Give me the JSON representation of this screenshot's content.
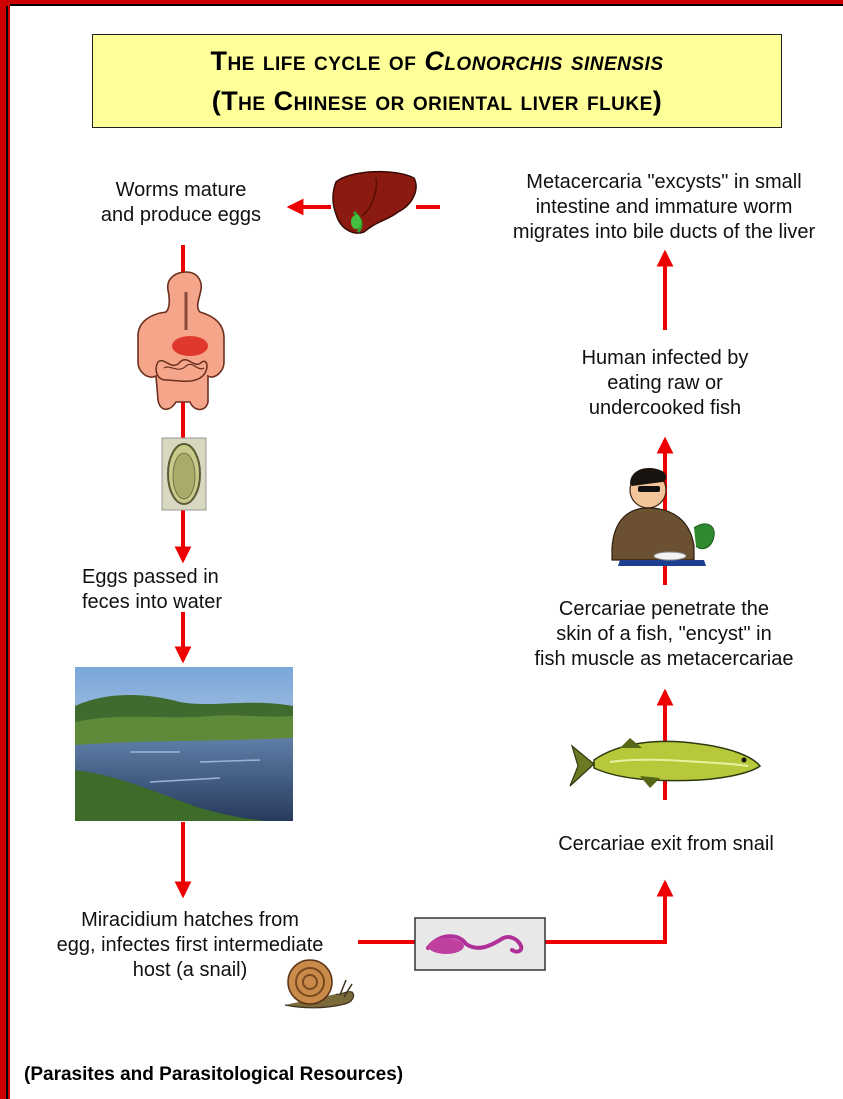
{
  "title": {
    "line1_prefix": "The life cycle of ",
    "line1_species": "Clonorchis sinensis",
    "line2": "(The Chinese or oriental liver fluke)"
  },
  "steps": {
    "worms_mature": [
      "Worms mature",
      "and produce eggs"
    ],
    "eggs_passed": [
      "Eggs passed in",
      "feces into water"
    ],
    "miracidium": [
      "Miracidium hatches from",
      "egg, infectes first intermediate",
      "host (a snail)"
    ],
    "cercariae_exit": [
      "Cercariae exit from snail"
    ],
    "cercariae_penetrate": [
      "Cercariae penetrate the",
      "skin of a fish, \"encyst\" in",
      "fish muscle as metacercariae"
    ],
    "human_infected": [
      "Human infected by",
      "eating raw or",
      "undercooked fish"
    ],
    "metacercaria_excysts": [
      "Metacercaria \"excysts\" in small",
      "intestine and immature worm",
      "migrates into bile ducts of the liver"
    ]
  },
  "credit": "(Parasites and Parasitological Resources)",
  "colors": {
    "arrow": "#ee0000",
    "border": "#cc0000",
    "title_bg": "#ffff99"
  },
  "icons": [
    "liver-image",
    "human-body-image",
    "egg-image",
    "river-landscape-image",
    "snail-image",
    "cercaria-image",
    "fish-image",
    "person-eating-image"
  ]
}
